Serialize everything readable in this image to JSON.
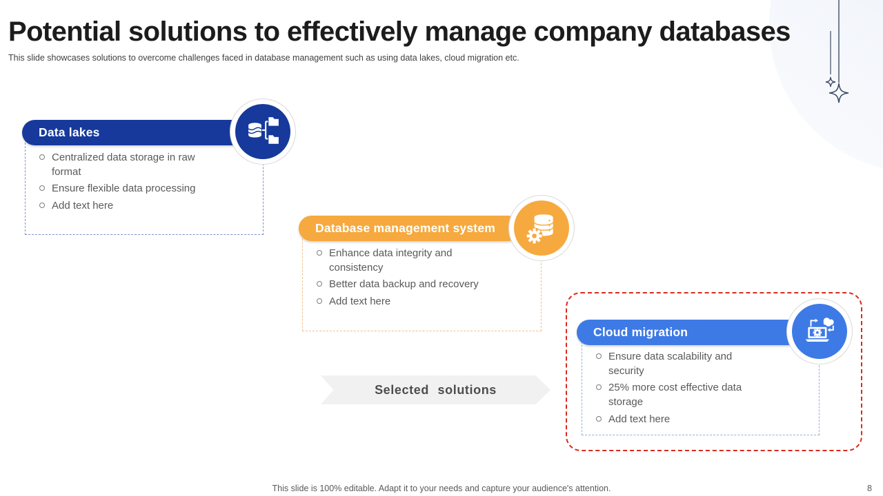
{
  "slide": {
    "title": "Potential solutions to effectively manage company databases",
    "subtitle": "This slide showcases solutions to overcome challenges faced in database management such as using data lakes, cloud migration etc.",
    "footer_note": "This slide is 100% editable. Adapt it to your needs and capture your audience's attention.",
    "page_number": "8"
  },
  "cards": [
    {
      "title": "Data lakes",
      "icon": "data-lake-icon",
      "accent": "#16399B",
      "bullets": [
        "Centralized data storage in raw format",
        "Ensure flexible data processing",
        "Add text here"
      ]
    },
    {
      "title": "Database management system",
      "icon": "database-gear-icon",
      "accent": "#F6A93E",
      "bullets": [
        "Enhance data integrity and consistency",
        "Better data backup and recovery",
        "Add text here"
      ]
    },
    {
      "title": "Cloud migration",
      "icon": "cloud-migration-icon",
      "accent": "#3D7AE5",
      "highlight_border": "#D92A1D",
      "bullets": [
        "Ensure data scalability and security",
        "25% more cost effective data storage",
        "Add text here"
      ]
    }
  ],
  "banner": {
    "label": "Selected solutions"
  },
  "colors": {
    "card1_accent": "#16399B",
    "card2_accent": "#F6A93E",
    "card3_accent": "#3D7AE5",
    "highlight_red": "#D92A1D",
    "banner_bg": "#F1F1F2",
    "body_text": "#595959"
  }
}
